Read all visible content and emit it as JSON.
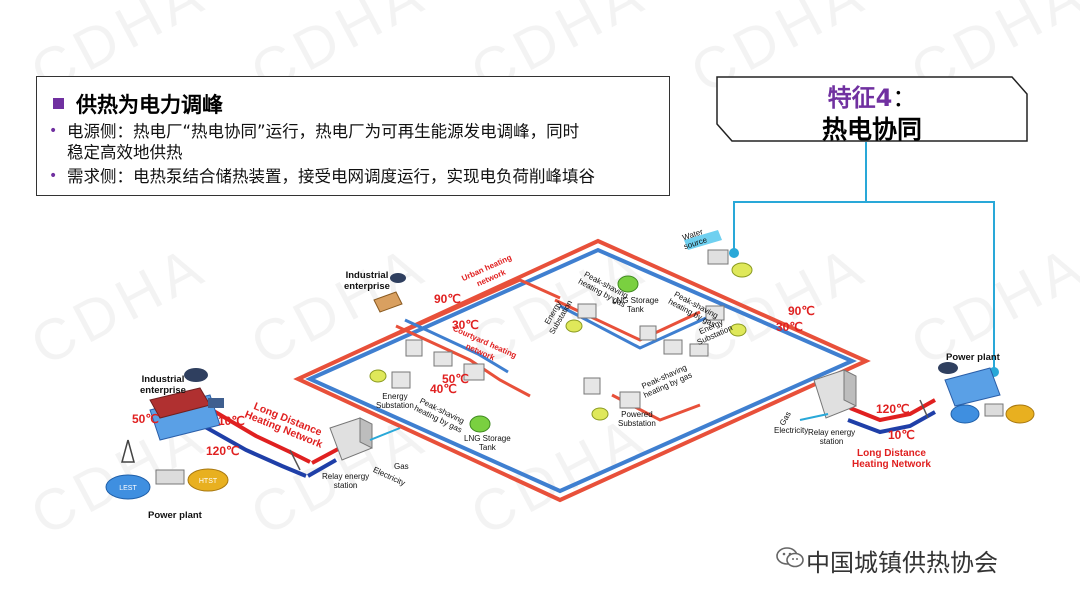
{
  "watermark": "CDHA",
  "callout": {
    "title": "供热为电力调峰",
    "bullets": [
      "电源侧：热电厂“热电协同”运行，热电厂为可再生能源发电调峰，同时",
      "稳定高效地供热",
      "需求侧：电热泵结合储热装置，接受电网调度运行，实现电负荷削峰填谷"
    ]
  },
  "feature": {
    "prefix": "特征4",
    "colon": "：",
    "title": "热电协同"
  },
  "diagram": {
    "labels": {
      "industrial_left": "Industrial\nenterprise",
      "industrial_top": "Industrial\nenterprise",
      "power_left": "Power plant",
      "power_right": "Power plant",
      "relay_left": "Relay energy\nstation",
      "relay_right": "Relay energy\nstation",
      "gas_left": "Gas",
      "elec_left": "Electricity",
      "gas_right": "Gas",
      "elec_right": "Electricity",
      "ldhn_left": "Long Distance\nHeating Network",
      "ldhn_right": "Long Distance\nHeating Network",
      "urban": "Urban heating\nnetwork",
      "courtyard": "Courtyard heating\nnetwork",
      "water": "Water\nsource",
      "lng_top": "LNG Storage\nTank",
      "lng_bottom": "LNG Storage\nTank",
      "peak_top": "Peak-shaving\nheating by gas",
      "peak_mid": "Peak-shaving\nheating by gas",
      "peak_center": "Peak-shaving\nheating by gas",
      "peak_left": "Peak-shaving\nheating by gas",
      "energy_sub1": "Energy\nSubstation",
      "energy_sub2": "Energy\nSubstation",
      "energy_sub3": "Energy\nSubstation",
      "powered_sub": "Powered\nSubstation",
      "lest": "LEST",
      "htst": "HTST"
    },
    "temps": {
      "t90_left": "90℃",
      "t30_left": "30℃",
      "t50_left": "50℃",
      "t40_left": "40℃",
      "t90_right": "90℃",
      "t30_right": "30℃",
      "t50_ld": "50℃",
      "t10_ld": "10℃",
      "t120_ld": "120℃",
      "t120_r": "120℃",
      "t10_r": "10℃"
    }
  },
  "brand": {
    "text": "中国城镇供热协会"
  },
  "colors": {
    "accent": "#7030a0",
    "hot": "#e8503a",
    "cold": "#1f4fa8",
    "connector": "#29a8d8"
  }
}
